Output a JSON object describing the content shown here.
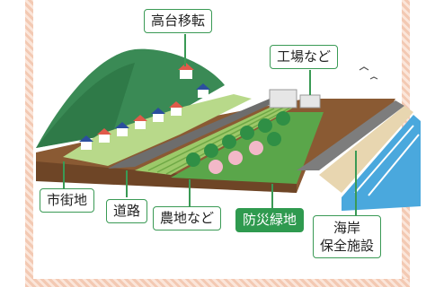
{
  "labels": {
    "relocation": "高台移転",
    "factory": "工場など",
    "town": "市街地",
    "road": "道路",
    "farmland": "農地など",
    "green_belt": "防災緑地",
    "coast_line1": "海岸",
    "coast_line2": "保全施設"
  },
  "colors": {
    "label_border": "#3a9a55",
    "highlight_bg": "#2f9a4f",
    "frame": "#f3c9b3",
    "sea": "#4aa8dd",
    "mountain": "#3a8a55"
  }
}
